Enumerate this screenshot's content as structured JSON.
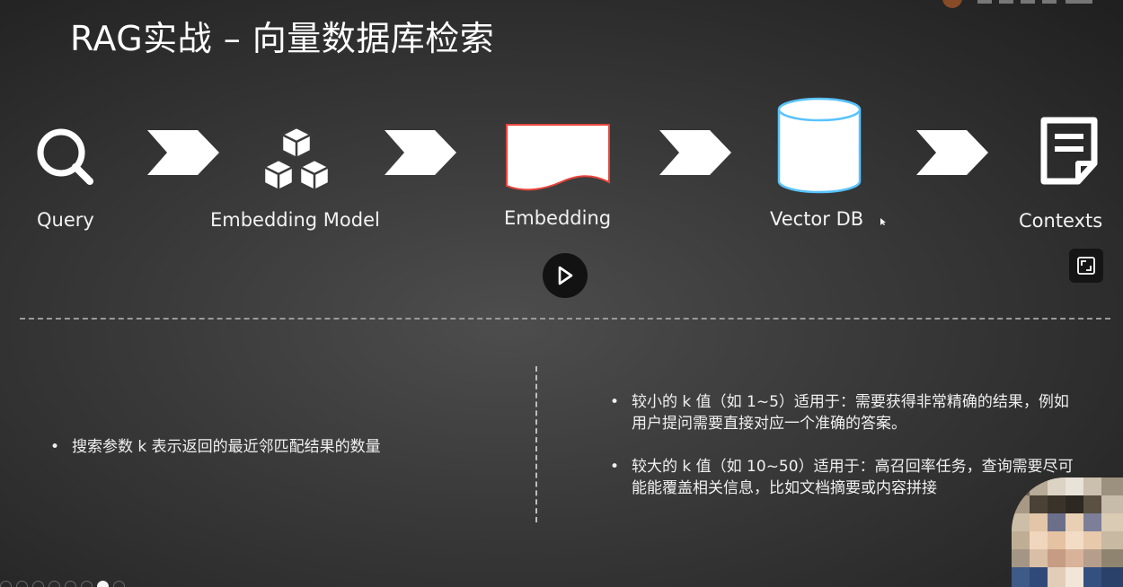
{
  "slide": {
    "title": "RAG实战 – 向量数据库检索"
  },
  "pipeline": {
    "steps": [
      {
        "label": "Query",
        "icon": "search-icon"
      },
      {
        "label": "Embedding Model",
        "icon": "cubes-icon"
      },
      {
        "label": "Embedding",
        "icon": "document-wave-icon"
      },
      {
        "label": "Vector DB",
        "icon": "database-cylinder-icon"
      },
      {
        "label": "Contexts",
        "icon": "note-icon"
      }
    ],
    "arrow_icon": "chevron-arrow-icon"
  },
  "controls": {
    "play_icon": "play-icon",
    "expand_icon": "expand-icon"
  },
  "notes": {
    "left_bullet": "搜索参数 k 表示返回的最近邻匹配结果的数量",
    "right_bullets": [
      "较小的 k 值（如 1~5）适用于：需要获得非常精确的结果，例如用户提问需要直接对应一个准确的答案。",
      "较大的 k 值（如 10~50）适用于：高召回率任务，查询需要尽可能能覆盖相关信息，比如文档摘要或内容拼接"
    ]
  },
  "colors": {
    "accent_red": "#e8443a",
    "db_outline": "#59c3ff",
    "text": "#ffffff"
  }
}
